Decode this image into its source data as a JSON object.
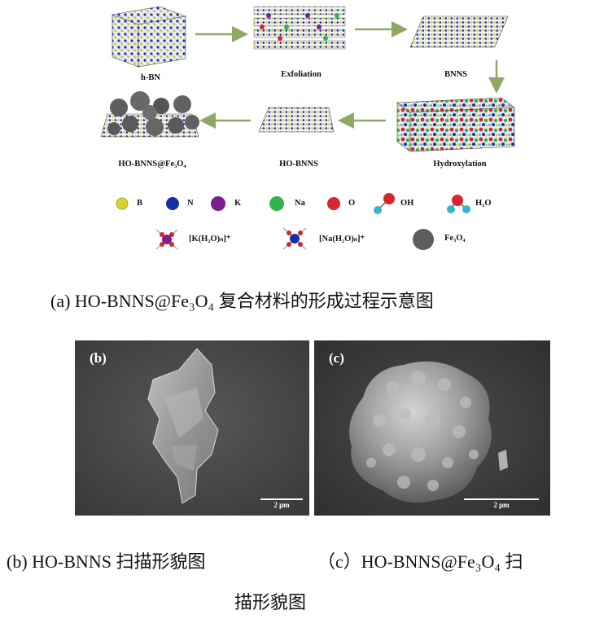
{
  "schematic": {
    "stages": {
      "hbn": "h-BN",
      "exfoliation": "Exfoliation",
      "bnns": "BNNS",
      "hydroxylation": "Hydroxylation",
      "hobnns": "HO-BNNS",
      "composite": "HO-BNNS@Fe₃O₄"
    },
    "legend": {
      "b": "B",
      "n": "N",
      "k": "K",
      "na": "Na",
      "o": "O",
      "oh": "OH",
      "h2o": "H₂O",
      "k_complex": "[K(H₂O)ₙ]⁺",
      "na_complex": "[Na(H₂O)ₙ]⁺",
      "fe3o4": "Fe₃O₄"
    },
    "colors": {
      "boron": "#d8d230",
      "nitrogen": "#1a2ea8",
      "potassium": "#7a1f8c",
      "sodium": "#2fb34a",
      "oxygen": "#d4262e",
      "hydrogen": "#3ab3c7",
      "fe3o4": "#5e5e5e",
      "arrow": "#8ea865"
    }
  },
  "captions": {
    "a": "(a) HO-BNNS@Fe₃O₄ 复合材料的形成过程示意图",
    "b": "(b) HO-BNNS 扫描形貌图",
    "c_line1": "（c）HO-BNNS@Fe₃O₄ 扫",
    "c_line2": "描形貌图"
  },
  "sem": {
    "b": {
      "label": "(b)",
      "scale": "2 μm"
    },
    "c": {
      "label": "(c)",
      "scale": "2 μm"
    }
  }
}
